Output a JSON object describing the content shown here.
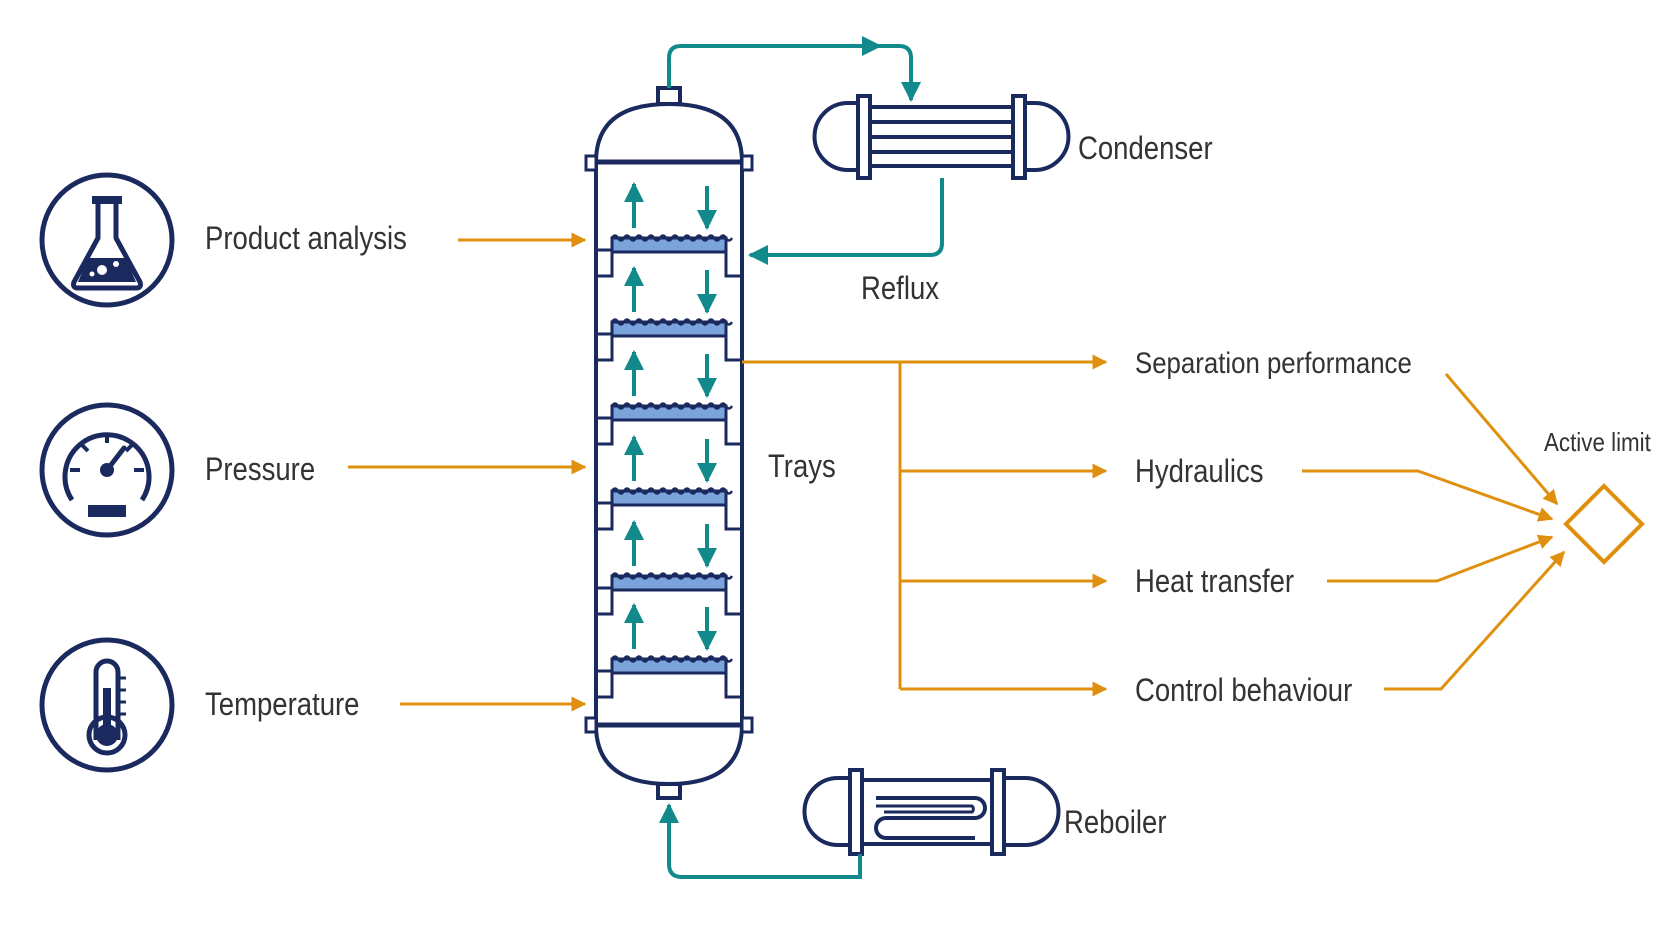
{
  "inputs": {
    "product_analysis": "Product analysis",
    "pressure": "Pressure",
    "temperature": "Temperature"
  },
  "column": {
    "trays_label": "Trays",
    "condenser": "Condenser",
    "reflux": "Reflux",
    "reboiler": "Reboiler"
  },
  "outputs": {
    "items": [
      "Separation performance",
      "Hydraulics",
      "Heat transfer",
      "Control behaviour"
    ],
    "active_limit": "Active limit"
  },
  "icons": {
    "product_analysis": "flask-icon",
    "pressure": "pressure-gauge-icon",
    "temperature": "thermometer-icon"
  },
  "colors": {
    "navy": "#1b2a5e",
    "teal": "#12898a",
    "orange": "#e0900f",
    "tray_fill": "#7ba3dc",
    "text": "#333333"
  }
}
